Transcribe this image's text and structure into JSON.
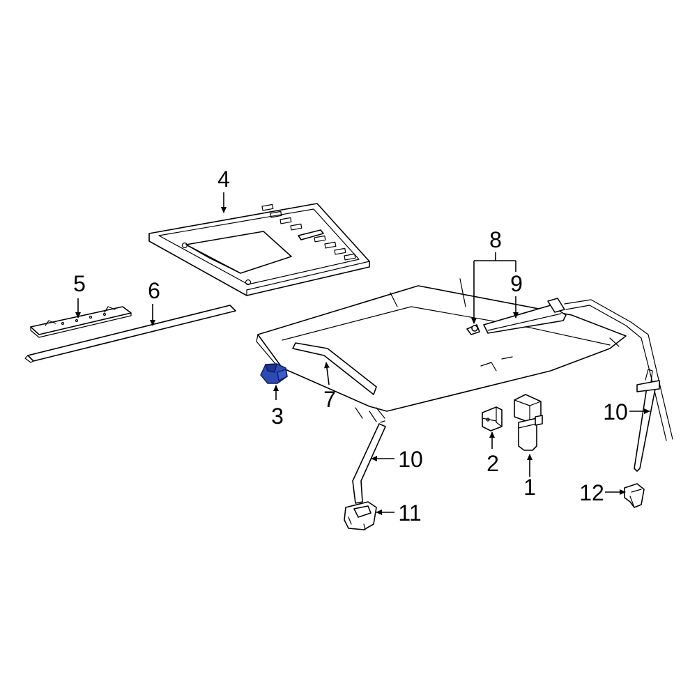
{
  "callouts": {
    "c1": "1",
    "c2": "2",
    "c3": "3",
    "c4": "4",
    "c5": "5",
    "c6": "6",
    "c7": "7",
    "c8": "8",
    "c9": "9",
    "c10a": "10",
    "c10b": "10",
    "c11": "11",
    "c12": "12"
  },
  "colors": {
    "highlight_fill": "#2c4bb5",
    "line": "#000000",
    "background": "#ffffff"
  },
  "highlighted_part": "3"
}
